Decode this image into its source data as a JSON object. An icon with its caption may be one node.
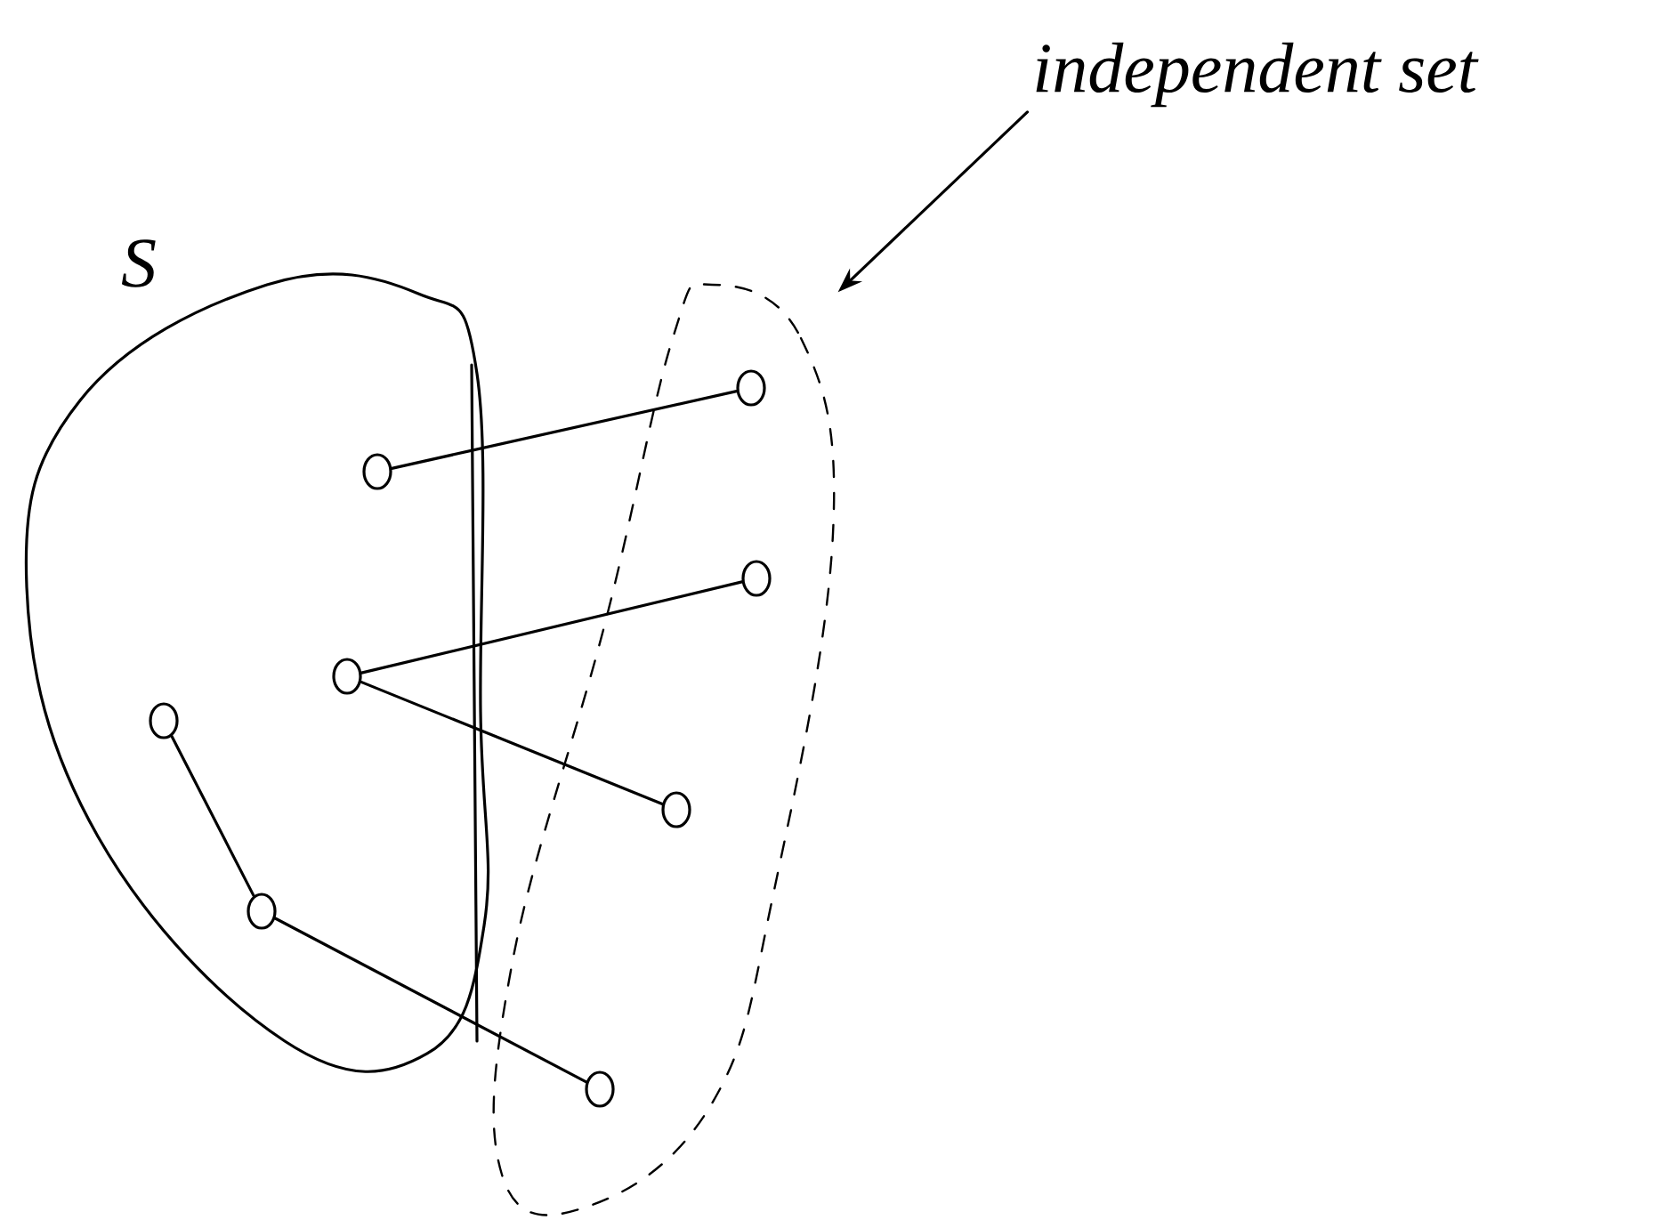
{
  "diagram": {
    "nodes": [
      {
        "text": [
          "S"
        ]
      },
      {
        "text": [],
        "shape": "circle",
        "in": 0
      },
      {
        "text": [],
        "shape": "circle",
        "in": 0
      },
      {
        "text": [],
        "shape": "circle",
        "in": 0
      },
      {
        "text": [],
        "shape": "circle",
        "in": 0
      },
      {
        "text": [
          "independent set"
        ]
      },
      {
        "text": [],
        "shape": "cloud"
      },
      {
        "text": [],
        "shape": "circle",
        "in": 6
      },
      {
        "text": [],
        "shape": "circle",
        "in": 6
      },
      {
        "text": [],
        "shape": "circle",
        "in": 6
      },
      {
        "text": [],
        "shape": "circle",
        "in": 6
      }
    ],
    "edges": [
      {
        "from": 5,
        "to": 6,
        "arrow": "to"
      },
      {
        "from": 1,
        "to": 7,
        "arrow": "none"
      },
      {
        "from": 2,
        "to": 8,
        "arrow": "none"
      },
      {
        "from": 2,
        "to": 9,
        "arrow": "none"
      },
      {
        "from": 3,
        "to": 4,
        "arrow": "none"
      },
      {
        "from": 4,
        "to": 10,
        "arrow": "none"
      }
    ]
  }
}
